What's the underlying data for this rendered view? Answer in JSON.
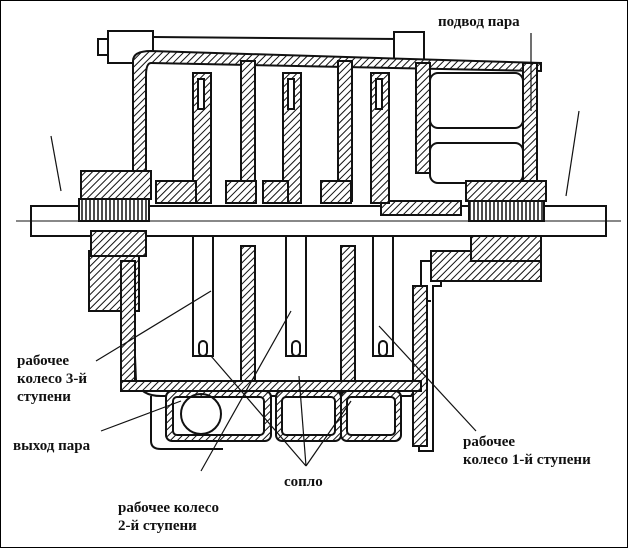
{
  "diagram": {
    "title": "Cross-section of multi-stage steam turbine",
    "labels": {
      "steam_inlet": "подвод пара",
      "wheel_stage3": [
        "рабочее",
        "колесо 3-й",
        "ступени"
      ],
      "steam_outlet": "выход пара",
      "nozzle": "сопло",
      "wheel_stage2": [
        "рабочее колесо",
        "2-й ступени"
      ],
      "wheel_stage1": [
        "рабочее",
        "колесо 1-й ступени"
      ]
    },
    "colors": {
      "ink": "#111111",
      "background": "#ffffff"
    }
  }
}
